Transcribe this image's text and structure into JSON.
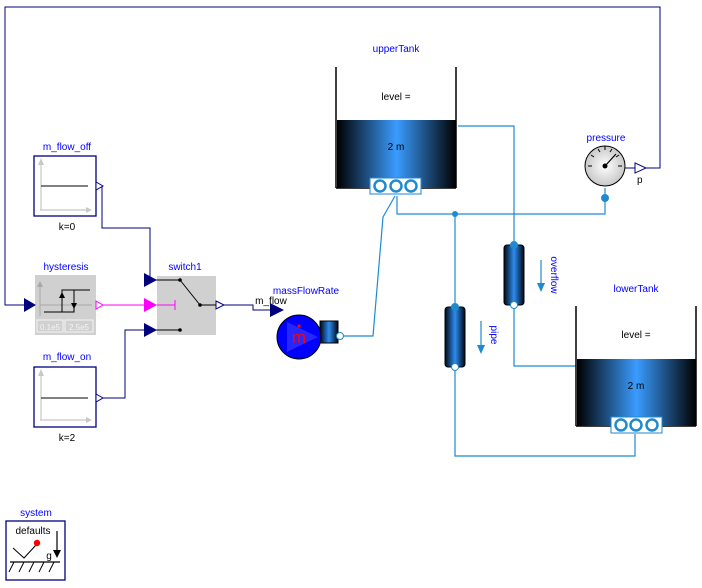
{
  "colors": {
    "wire_signal": "#00007f",
    "wire_fluid": "#1f8ad0",
    "label_blue": "#0000ff",
    "boolean": "#ff00ff",
    "tank_dark": "#000000",
    "tank_light": "#3a9cff",
    "block_gray": "#d0d0d0"
  },
  "labels": {
    "upper_tank": "upperTank",
    "upper_level": "level =",
    "upper_height": "2 m",
    "lower_tank": "lowerTank",
    "lower_level": "level =",
    "lower_height": "2 m",
    "pressure": "pressure",
    "pressure_port": "p",
    "m_flow_off": "m_flow_off",
    "k_off": "k=0",
    "m_flow_on": "m_flow_on",
    "k_on": "k=2",
    "hysteresis": "hysteresis",
    "hyst_lo": "0.1e5",
    "hyst_hi": "2.5e5",
    "switch": "switch1",
    "mass_flow_rate": "massFlowRate",
    "m_flow_input": "m_flow",
    "mdot": "m",
    "overflow": "overflow",
    "pipe": "pipe",
    "system": "system",
    "defaults": "defaults",
    "gravity": "g"
  }
}
